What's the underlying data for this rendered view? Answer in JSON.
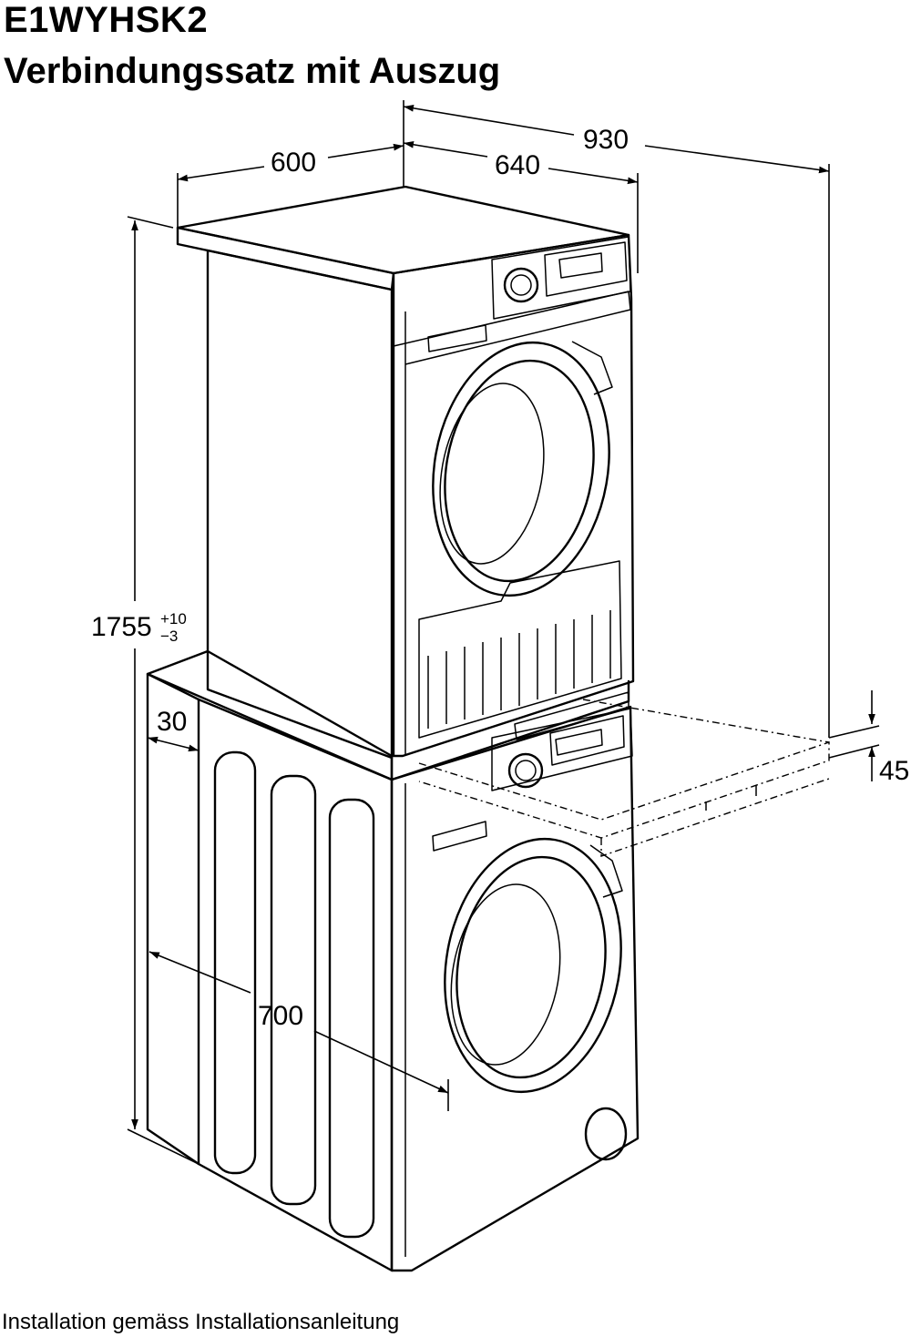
{
  "header": {
    "model": "E1WYHSK2",
    "subtitle": "Verbindungssatz mit Auszug"
  },
  "dimensions": {
    "width_top": "600",
    "depth_top": "640",
    "depth_extended": "930",
    "height_total": "1755",
    "height_tol_plus": "+10",
    "height_tol_minus": "−3",
    "side_offset": "30",
    "depth_lower": "700",
    "shelf_height": "45"
  },
  "footer": {
    "note": "Installation gemäss Installationsanleitung"
  }
}
